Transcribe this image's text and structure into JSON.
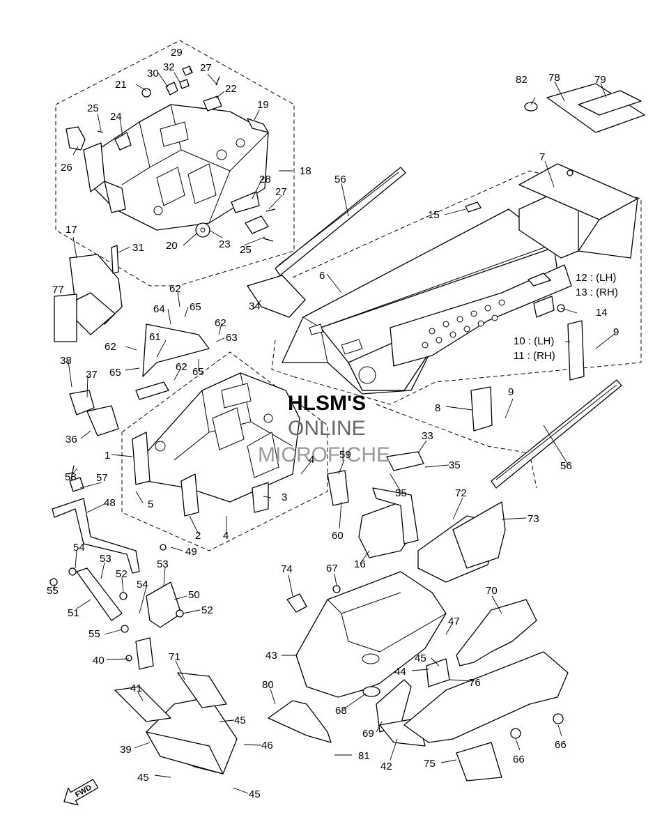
{
  "watermark": {
    "line1": "HLSM'S",
    "line2": "ONLINE",
    "line3": "MICROFICHE"
  },
  "fwd_label": "FWD",
  "callouts": {
    "c1": "1",
    "c2": "2",
    "c3": "3",
    "c4a": "4",
    "c4b": "4",
    "c5": "5",
    "c6": "6",
    "c7": "7",
    "c8": "8",
    "c9a": "9",
    "c9b": "9",
    "c10": "10 : (LH)",
    "c11": "11 : (RH)",
    "c12": "12 : (LH)",
    "c13": "13 : (RH)",
    "c14": "14",
    "c15": "15",
    "c16": "16",
    "c17": "17",
    "c18": "18",
    "c19": "19",
    "c20": "20",
    "c21": "21",
    "c22": "22",
    "c23": "23",
    "c24": "24",
    "c25a": "25",
    "c25b": "25",
    "c26": "26",
    "c27a": "27",
    "c27b": "27",
    "c28": "28",
    "c29": "29",
    "c30": "30",
    "c31": "31",
    "c32": "32",
    "c33": "33",
    "c34": "34",
    "c35a": "35",
    "c35b": "35",
    "c36": "36",
    "c37": "37",
    "c38": "38",
    "c39": "39",
    "c40": "40",
    "c41": "41",
    "c42": "42",
    "c43": "43",
    "c44": "44",
    "c45a": "45",
    "c45b": "45",
    "c45c": "45",
    "c45d": "45",
    "c46": "46",
    "c47": "47",
    "c48": "48",
    "c49": "49",
    "c50": "50",
    "c51": "51",
    "c52a": "52",
    "c52b": "52",
    "c53a": "53",
    "c53b": "53",
    "c54a": "54",
    "c54b": "54",
    "c55a": "55",
    "c55b": "55",
    "c56a": "56",
    "c56b": "56",
    "c57": "57",
    "c58": "58",
    "c59": "59",
    "c60": "60",
    "c61": "61",
    "c62a": "62",
    "c62b": "62",
    "c62c": "62",
    "c62d": "62",
    "c63": "63",
    "c64": "64",
    "c65a": "65",
    "c65b": "65",
    "c65c": "65",
    "c66a": "66",
    "c66b": "66",
    "c67": "67",
    "c68": "68",
    "c69": "69",
    "c70": "70",
    "c71": "71",
    "c72": "72",
    "c73": "73",
    "c74": "74",
    "c75": "75",
    "c76": "76",
    "c77": "77",
    "c78": "78",
    "c79": "79",
    "c80": "80",
    "c81": "81",
    "c82": "82"
  }
}
